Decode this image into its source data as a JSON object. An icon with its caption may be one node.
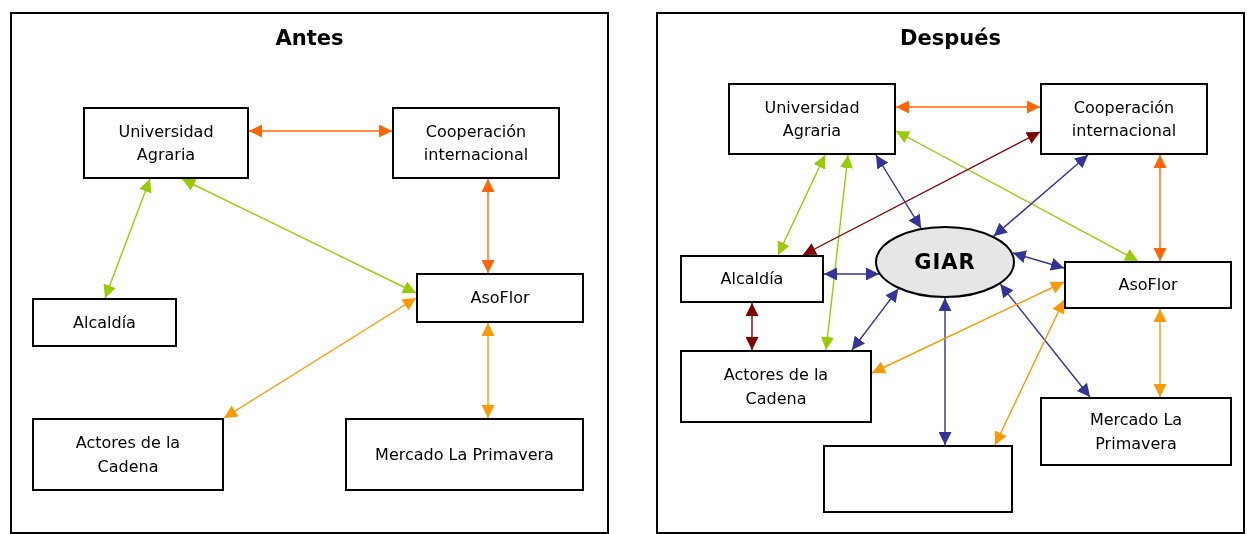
{
  "diagram": {
    "nodes": [
      {
        "text": [
          "Antes"
        ]
      },
      {
        "text": [
          "Universidad Agraria"
        ],
        "in": 0
      },
      {
        "text": [
          "Cooperación internacional"
        ],
        "in": 0
      },
      {
        "text": [
          "Alcaldía"
        ],
        "in": 0
      },
      {
        "text": [
          "AsoFlor"
        ],
        "in": 0
      },
      {
        "text": [
          "Actores de la Cadena"
        ],
        "in": 0
      },
      {
        "text": [
          "Mercado La Primavera"
        ],
        "in": 0
      },
      {
        "text": [
          "Después"
        ]
      },
      {
        "text": [
          "Universidad Agraria"
        ],
        "in": 7
      },
      {
        "text": [
          "Cooperación internacional"
        ],
        "in": 7
      },
      {
        "text": [
          "GIAR"
        ],
        "in": 7
      },
      {
        "text": [
          "Alcaldía"
        ],
        "in": 7
      },
      {
        "text": [
          "AsoFlor"
        ],
        "in": 7
      },
      {
        "text": [
          "Actores de la Cadena"
        ],
        "in": 7
      },
      {
        "text": [
          "Mercado La Primavera"
        ],
        "in": 7
      },
      {
        "text": [],
        "shape": "box",
        "in": 7
      }
    ],
    "edges": [
      {
        "from": 1,
        "to": 2,
        "arrow": "both",
        "color": "#ff6600"
      },
      {
        "from": 2,
        "to": 4,
        "arrow": "both",
        "color": "#ff6600"
      },
      {
        "from": 1,
        "to": 3,
        "arrow": "both",
        "color": "#99cc00"
      },
      {
        "from": 1,
        "to": 4,
        "arrow": "both",
        "color": "#99cc00"
      },
      {
        "from": 4,
        "to": 5,
        "arrow": "both",
        "color": "#ff9900"
      },
      {
        "from": 4,
        "to": 6,
        "arrow": "both",
        "color": "#ff9900"
      },
      {
        "from": 8,
        "to": 9,
        "arrow": "both",
        "color": "#ff6600"
      },
      {
        "from": 9,
        "to": 12,
        "arrow": "both",
        "color": "#ff6600"
      },
      {
        "from": 8,
        "to": 12,
        "arrow": "both",
        "color": "#99cc00"
      },
      {
        "from": 8,
        "to": 11,
        "arrow": "both",
        "color": "#99cc00"
      },
      {
        "from": 8,
        "to": 13,
        "arrow": "both",
        "color": "#99cc00"
      },
      {
        "from": 9,
        "to": 11,
        "arrow": "both",
        "color": "#800000"
      },
      {
        "from": 11,
        "to": 13,
        "arrow": "both",
        "color": "#800000"
      },
      {
        "from": 8,
        "to": 10,
        "arrow": "both",
        "color": "#333399"
      },
      {
        "from": 9,
        "to": 10,
        "arrow": "both",
        "color": "#333399"
      },
      {
        "from": 11,
        "to": 10,
        "arrow": "both",
        "color": "#333399"
      },
      {
        "from": 13,
        "to": 10,
        "arrow": "both",
        "color": "#333399"
      },
      {
        "from": 10,
        "to": 12,
        "arrow": "both",
        "color": "#333399"
      },
      {
        "from": 10,
        "to": 15,
        "arrow": "both",
        "color": "#333399"
      },
      {
        "from": 10,
        "to": 14,
        "arrow": "both",
        "color": "#333399"
      },
      {
        "from": 12,
        "to": 13,
        "arrow": "both",
        "color": "#ff9900"
      },
      {
        "from": 12,
        "to": 15,
        "arrow": "both",
        "color": "#ff9900"
      },
      {
        "from": 12,
        "to": 14,
        "arrow": "both",
        "color": "#ff9900"
      }
    ]
  }
}
